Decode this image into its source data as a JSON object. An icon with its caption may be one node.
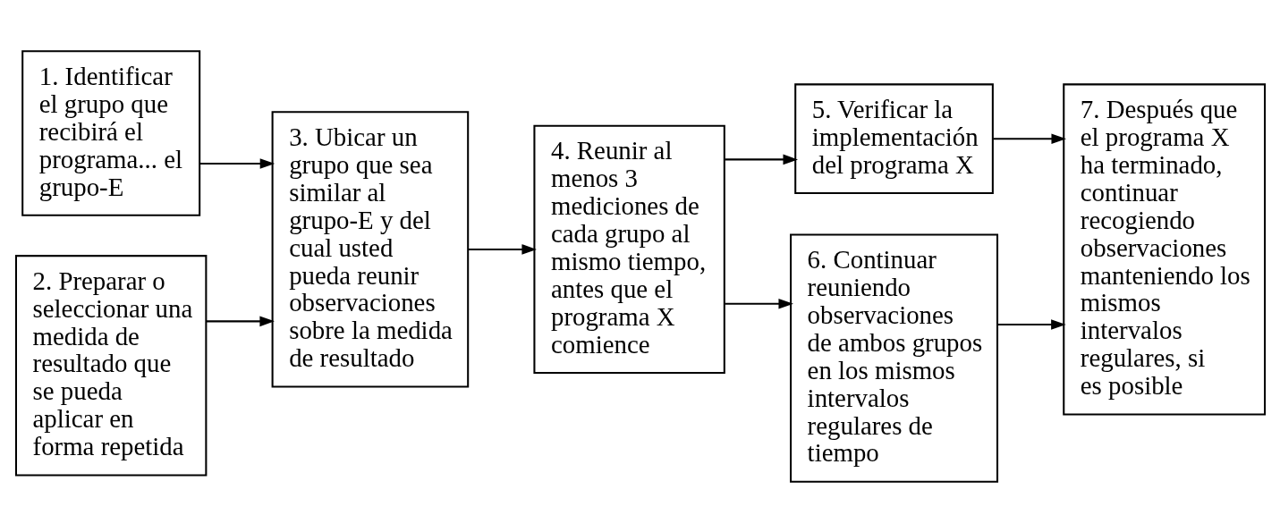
{
  "diagram": {
    "nodes": [
      {
        "text": [
          "1. Identificar el grupo que recibirá el programa... el grupo-E"
        ]
      },
      {
        "text": [
          "2. Preparar o seleccionar una medida de resultado que se pueda aplicar en forma repetida"
        ]
      },
      {
        "text": [
          "3. Ubicar un grupo que sea similar al grupo-E y del cual usted pueda reunir observaciones sobre la medida de resultado"
        ]
      },
      {
        "text": [
          "4. Reunir al menos 3 mediciones de cada grupo al mismo tiempo, antes que el programa X comience"
        ]
      },
      {
        "text": [
          "5. Verificar la implementación del programa X"
        ]
      },
      {
        "text": [
          "6. Continuar reuniendo observaciones de ambos grupos en los mismos intervalos regulares de tiempo"
        ]
      },
      {
        "text": [
          "7. Después que el programa X ha terminado, continuar recogiendo observaciones manteniendo los mismos intervalos regulares, si es posible"
        ]
      }
    ],
    "edges": [
      {
        "from": 0,
        "to": 2,
        "arrow": "to"
      },
      {
        "from": 1,
        "to": 2,
        "arrow": "to"
      },
      {
        "from": 2,
        "to": 3,
        "arrow": "to"
      },
      {
        "from": 3,
        "to": 4,
        "arrow": "to"
      },
      {
        "from": 3,
        "to": 5,
        "arrow": "to"
      },
      {
        "from": 4,
        "to": 6,
        "arrow": "to"
      },
      {
        "from": 5,
        "to": 6,
        "arrow": "to"
      }
    ]
  }
}
